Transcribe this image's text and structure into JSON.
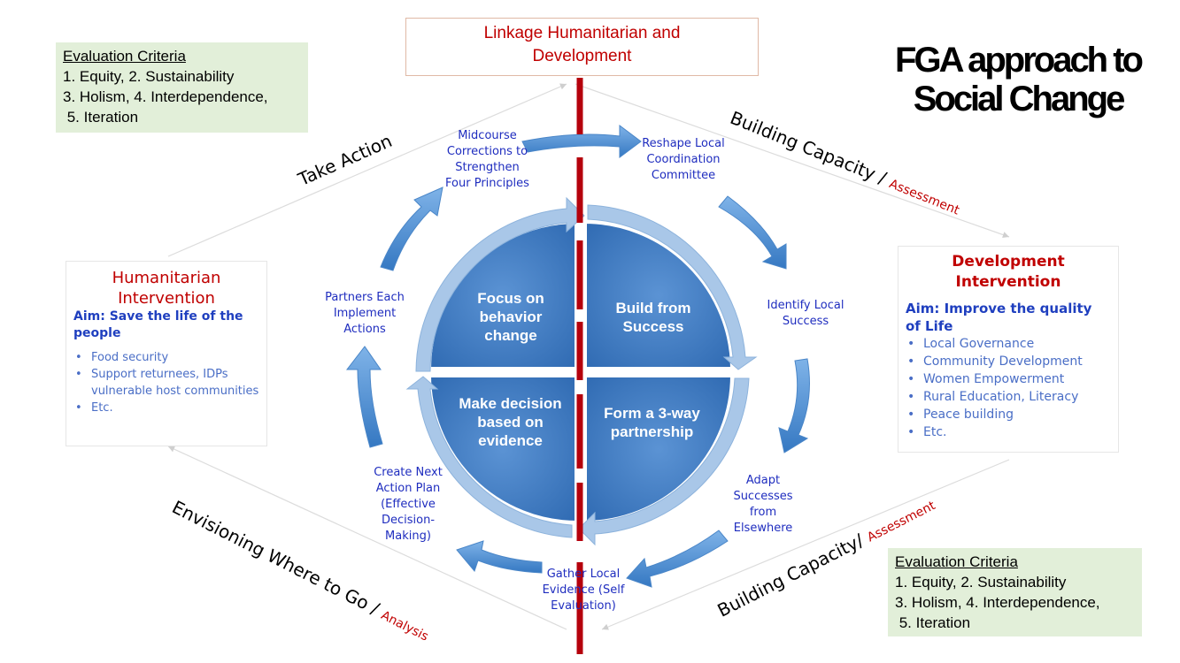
{
  "title": "FGA approach to Social Change",
  "title_lines": [
    "FGA approach to",
    "Social Change"
  ],
  "linkage": [
    "Linkage Humanitarian and",
    "Development"
  ],
  "criteria": {
    "heading": "Evaluation Criteria",
    "lines": [
      "1. Equity, 2. Sustainability",
      "3. Holism, 4. Interdependence,",
      " 5. Iteration"
    ]
  },
  "side_labels": {
    "take_action": "Take Action",
    "building_capacity_top": "Building Capacity /",
    "assessment_top": "Assessment",
    "building_capacity_bottom": "Building Capacity/",
    "assessment_bottom": "Assessment",
    "envisioning": "Envisioning Where to Go /",
    "analysis": "Analysis"
  },
  "steps": {
    "midcourse": [
      "Midcourse",
      "Corrections to",
      "Strengthen",
      "Four Principles"
    ],
    "reshape": [
      "Reshape Local",
      "Coordination",
      "Committee"
    ],
    "identify": [
      "Identify Local",
      "Success"
    ],
    "adapt": [
      "Adapt",
      "Successes",
      "from",
      "Elsewhere"
    ],
    "gather": [
      "Gather Local",
      "Evidence (Self",
      "Evaluation)"
    ],
    "create": [
      "Create Next",
      "Action Plan",
      "(Effective",
      "Decision-",
      "Making)"
    ],
    "partners": [
      "Partners Each",
      "Implement",
      "Actions"
    ]
  },
  "quadrants": {
    "focus": [
      "Focus on",
      "behavior",
      "change"
    ],
    "build": [
      "Build from",
      "Success"
    ],
    "decision": [
      "Make decision",
      "based on",
      "evidence"
    ],
    "partnership": [
      "Form a 3-way",
      "partnership"
    ]
  },
  "humanitarian": {
    "title": [
      "Humanitarian",
      "Intervention"
    ],
    "aim": "Aim:  Save the life of the people",
    "items": [
      "Food security",
      "Support returnees, IDPs vulnerable host communities",
      "Etc."
    ]
  },
  "development": {
    "title": [
      "Development",
      "Intervention"
    ],
    "aim": "Aim:  Improve the quality of Life",
    "items": [
      "Local Governance",
      "Community Development",
      "Women Empowerment",
      "Rural Education, Literacy",
      "Peace building",
      "Etc."
    ]
  },
  "colors": {
    "accent_red": "#c00000",
    "step_blue": "#1f2dbf",
    "quadrant_blue": "#3d7ac3",
    "criteria_green": "#e2efd9",
    "divider_red": "#b5000c"
  }
}
